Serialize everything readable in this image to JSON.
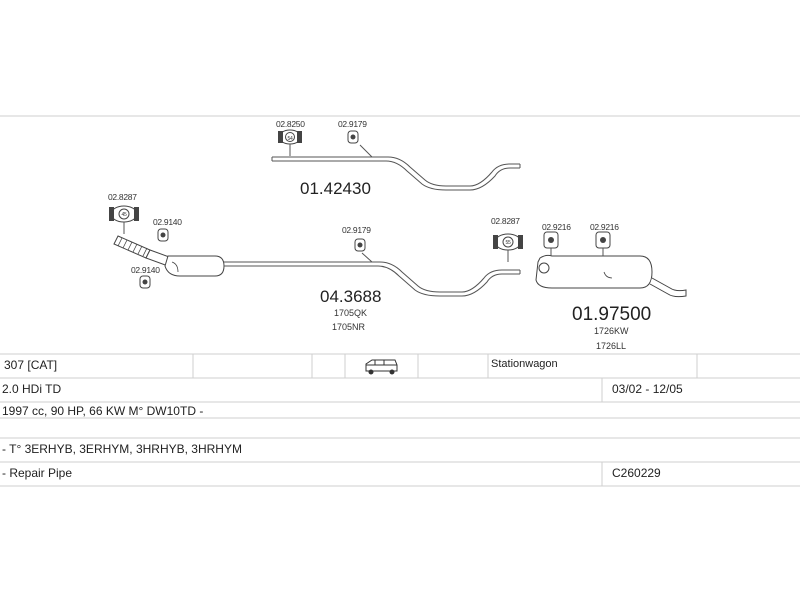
{
  "parts": {
    "front_pipe": {
      "clamp_top_code": "02.8287",
      "clamp_mid_code": "02.9140",
      "clamp_low_code": "02.9140",
      "clamp_top_size": "45"
    },
    "repair_pipe": {
      "code": "01.42430",
      "clamp_code": "02.8250",
      "clamp_size": "54",
      "hanger_code": "02.9179"
    },
    "middle_silencer": {
      "code": "04.3688",
      "hanger_code": "02.9179",
      "oem_1": "1705QK",
      "oem_2": "1705NR"
    },
    "rear_silencer": {
      "code": "01.97500",
      "clamp_code": "02.8287",
      "clamp_size": "55",
      "hanger_1_code": "02.9216",
      "hanger_2_code": "02.9216",
      "oem_1": "1726KW",
      "oem_2": "1726LL"
    }
  },
  "table": {
    "row1": {
      "model": "307  [CAT]",
      "body": "Stationwagon",
      "vehicle_icon": "van-icon"
    },
    "row2": {
      "engine": "2.0 HDi TD",
      "dates": "03/02 - 12/05"
    },
    "row3": {
      "spec": "1997 cc, 90 HP, 66 KW M° DW10TD -"
    },
    "row4": {
      "types": "- T° 3ERHYB, 3ERHYM, 3HRHYB, 3HRHYM"
    },
    "row5": {
      "note": "- Repair Pipe",
      "code": "C260229"
    }
  },
  "colors": {
    "line": "#555555",
    "rule": "#cfcfcf"
  }
}
